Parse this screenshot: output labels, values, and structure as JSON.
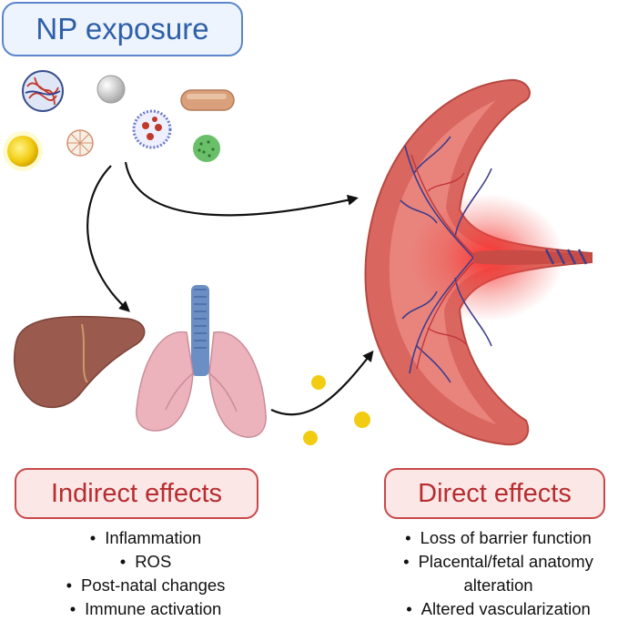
{
  "header": {
    "title": "NP exposure"
  },
  "indirect": {
    "title": "Indirect effects",
    "items": [
      "Inflammation",
      "ROS",
      "Post-natal changes",
      "Immune activation"
    ]
  },
  "direct": {
    "title": "Direct effects",
    "items": [
      "Loss of barrier function",
      "Placental/fetal anatomy",
      "alteration",
      "Altered vascularization"
    ]
  },
  "colors": {
    "box_blue_border": "#5b86c9",
    "box_blue_text": "#2e5fa8",
    "box_red_border": "#c9484a",
    "box_red_text": "#b72c2f",
    "placenta": "#d9665f",
    "liver": "#9b5a4e",
    "lung": "#ecb3bd",
    "trachea": "#6b8fc4"
  }
}
